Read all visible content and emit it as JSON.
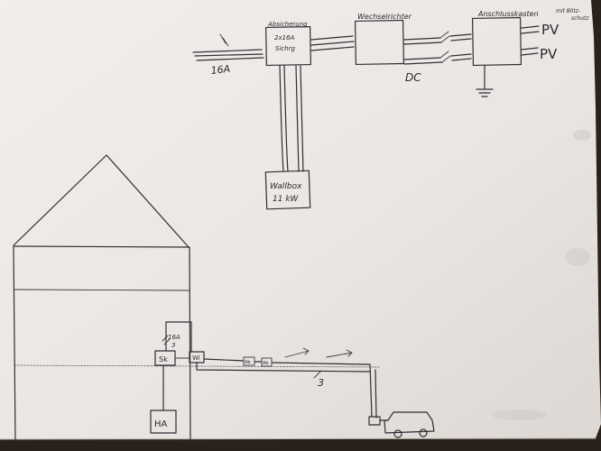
{
  "labels": {
    "breaker_box": [
      "Absicherung",
      "2x16A",
      "Sichrg"
    ],
    "inverter": "Wechselrichter",
    "connection_box": "Anschlusskasten",
    "connection_box_note": [
      "mit Blitz-",
      "schutz"
    ],
    "pv_1": "PV",
    "pv_2": "PV",
    "dc": "DC",
    "feed_current": "16A",
    "wallbox": [
      "Wallbox",
      "11 kW"
    ],
    "sub_breaker_value": "16A",
    "sub_breaker_count": "3",
    "sub_panel": "Sk",
    "wall_box_small": "Wi",
    "line_count": "3",
    "house_connection": "HA",
    "cable_box_1": "Ab",
    "cable_box_2": "Ab"
  },
  "colors": {
    "paper": "#ede9e6",
    "paper_shadow": "#d6d1cd",
    "ink": "#2f2e34",
    "background": "#2a211b"
  }
}
